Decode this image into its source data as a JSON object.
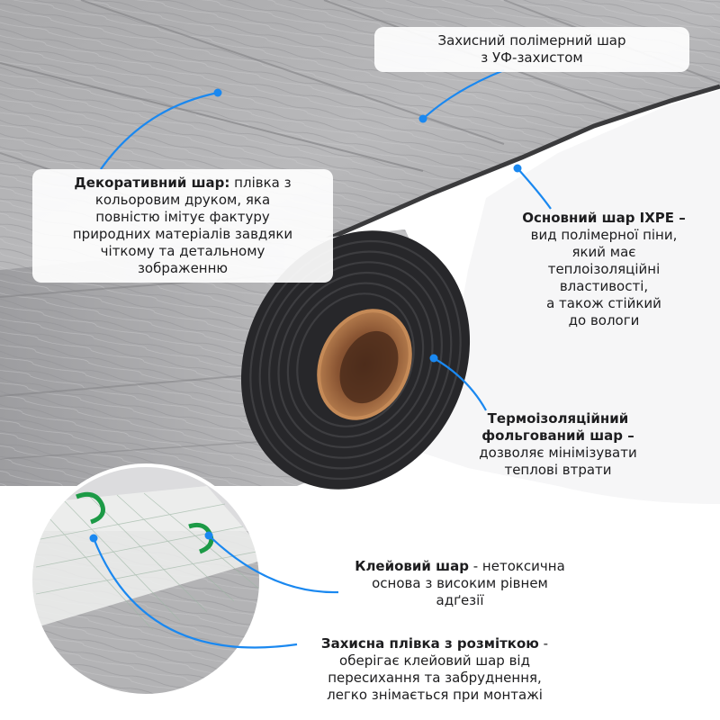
{
  "colors": {
    "leader_line": "#1a88f0",
    "text": "#1d1d1f",
    "wood_light": "#b2b2b4",
    "wood_dark": "#8f8f92",
    "foam": "#2a2a2c",
    "cardboard": "#a46d42",
    "print_mark": "#1c9a46"
  },
  "callouts": {
    "protective_layer": {
      "lines": [
        "Захисний полімерний шар",
        "з УФ-захистом"
      ]
    },
    "decorative_layer": {
      "title": "Декоративний шар:",
      "text_first": "плівка з",
      "lines": [
        "кольоровим друком, яка",
        "повністю імітує фактуру",
        "природних матеріалів завдяки",
        "чіткому та детальному",
        "зображенню"
      ]
    },
    "base_layer": {
      "title": "Основний шар IXPE –",
      "lines": [
        "вид полімерної піни,",
        "який має",
        "теплоізоляційні",
        "властивості,",
        "а також стійкий",
        "до вологи"
      ]
    },
    "foil_layer": {
      "title_lines": [
        "Термоізоляційний",
        "фольгований шар –"
      ],
      "lines": [
        "дозволяє мінімізувати",
        "теплові втрати"
      ]
    },
    "adhesive_layer": {
      "title": "Клейовий шар",
      "text_first": "- нетоксична",
      "lines": [
        "основа з високим рівнем",
        "адґезії"
      ]
    },
    "release_film": {
      "title": "Захисна плівка з розміткою",
      "text_first": "-",
      "lines": [
        "оберігає клейовий шар від",
        "пересихання та забруднення,",
        "легко знімається при монтажі"
      ]
    }
  }
}
